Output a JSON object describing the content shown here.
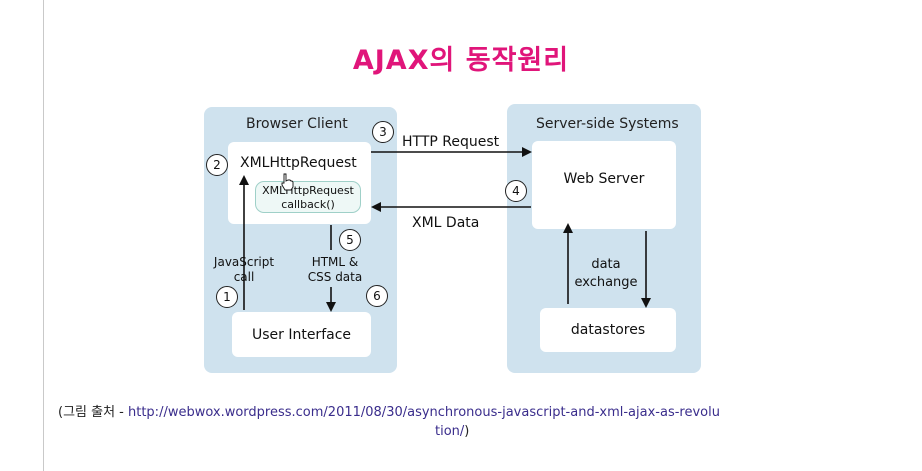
{
  "title": "AJAX의 동작원리",
  "diagram": {
    "browser_client": {
      "label": "Browser Client",
      "xmlhttprequest": "XMLHttpRequest",
      "callback": "XMLHttpRequest callback()",
      "javascript_call": "JavaScript call",
      "html_css_data": "HTML & CSS data",
      "user_interface": "User Interface"
    },
    "server_side": {
      "label": "Server-side Systems",
      "web_server": "Web Server",
      "data_exchange": "data exchange",
      "datastores": "datastores"
    },
    "http_request": "HTTP Request",
    "xml_data": "XML Data",
    "steps": [
      "1",
      "2",
      "3",
      "4",
      "5",
      "6"
    ]
  },
  "caption": {
    "prefix": "(그림 출처 - ",
    "url_line1": "http://webwox.wordpress.com/2011/08/30/asynchronous-javascript-and-xml-ajax-as-revolu",
    "url_line2": "tion/",
    "suffix": ")"
  }
}
